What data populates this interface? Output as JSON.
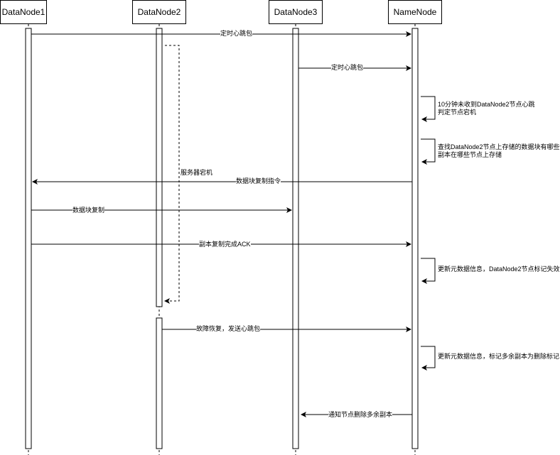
{
  "participants": [
    "DataNode1",
    "DataNode2",
    "DataNode3",
    "NameNode"
  ],
  "messages": {
    "m1": "定时心跳包",
    "m2": "定时心跳包",
    "self1_line1": "10分钟未收到DataNode2节点心跳",
    "self1_line2": "判定节点宕机",
    "self2_line1": "查找DataNode2节点上存储的数据块有哪些",
    "self2_line2": "副本在哪些节点上存储",
    "crash": "服务器宕机",
    "m3": "数据块复制指令",
    "m4": "数据块复制",
    "m5": "副本复制完成ACK",
    "self3": "更新元数据信息，DataNode2节点标记失效",
    "m6": "故障恢复，发送心跳包",
    "self4": "更新元数据信息，标记多余副本为删除标记",
    "m7": "通知节点删除多余副本"
  }
}
